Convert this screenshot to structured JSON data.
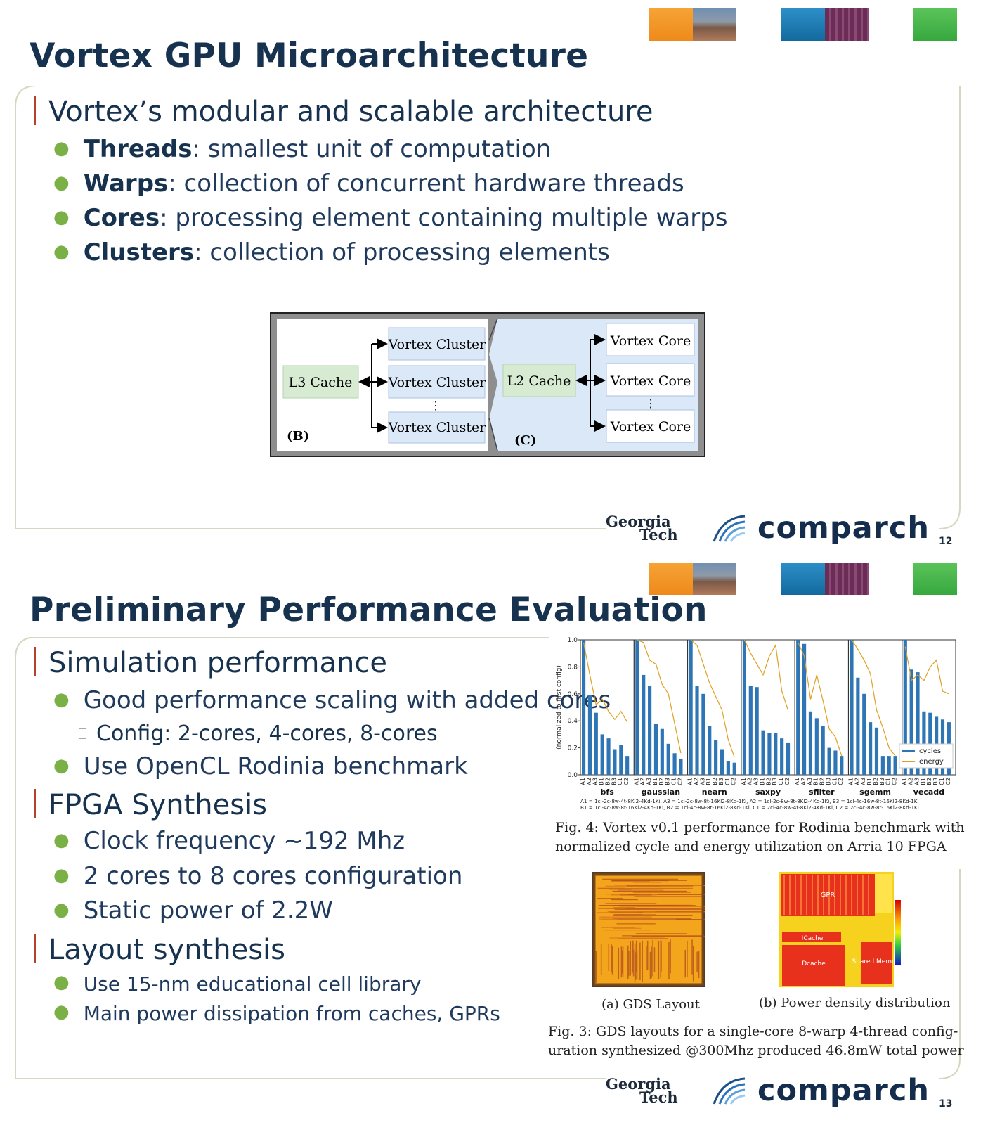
{
  "slide1": {
    "title": "Vortex GPU Microarchitecture",
    "heading": "Vortex’s modular and scalable architecture",
    "bullets": [
      {
        "term": "Threads",
        "text": ": smallest unit of computation"
      },
      {
        "term": "Warps",
        "text": ": collection of concurrent hardware threads"
      },
      {
        "term": "Cores",
        "text": ": processing element containing multiple warps"
      },
      {
        "term": "Clusters",
        "text": ": collection of processing elements"
      }
    ],
    "diagram": {
      "l3": "L3 Cache",
      "clusters": [
        "Vortex Cluster",
        "Vortex Cluster",
        "Vortex Cluster"
      ],
      "label_b": "(B)",
      "l2": "L2 Cache",
      "cores": [
        "Vortex Core",
        "Vortex Core",
        "Vortex Core"
      ],
      "label_c": "(C)",
      "ellipsis": "⋮"
    },
    "page": "12"
  },
  "slide2": {
    "title": "Preliminary Performance Evaluation",
    "sections": [
      {
        "heading": "Simulation performance"
      },
      {
        "heading": "FPGA Synthesis"
      },
      {
        "heading": "Layout synthesis"
      }
    ],
    "items": {
      "sim_b1": "Good performance scaling with added cores",
      "sim_sub": "Config: 2-cores, 4-cores, 8-cores",
      "sim_b2": "Use OpenCL Rodinia benchmark",
      "fpga_b1": "Clock frequency ~192 Mhz",
      "fpga_b2": "2 cores to 8 cores configuration",
      "fpga_b3": "Static power of 2.2W",
      "lay_b1": "Use 15-nm educational cell library",
      "lay_b2": "Main power dissipation from caches, GPRs"
    },
    "fig4_caption_l1": "Fig. 4: Vortex v0.1 performance for Rodinia benchmark with",
    "fig4_caption_l2": "normalized cycle and energy utilization on Arria 10 FPGA",
    "fig3a": "(a) GDS Layout",
    "fig3b": "(b) Power density distribution",
    "fig3_caption_l1": "Fig. 3: GDS layouts for a single-core 8-warp 4-thread config-",
    "fig3_caption_l2": "uration synthesized @300Mhz produced 46.8mW total power",
    "pwr_labels": {
      "gpr": "GPR",
      "icache": "ICache",
      "dcache": "Dcache",
      "shared": "Shared\nMemory"
    },
    "page": "13"
  },
  "footer": {
    "georgia": "Georgia",
    "tech": "Tech",
    "comparch": "comparch"
  },
  "colors": {
    "title": "#16324f",
    "accent_bar": "#b5412e",
    "bullet_dot": "#7ab046",
    "bar_series": "#2e75b6",
    "line_series": "#e0a020"
  },
  "chart_data": {
    "type": "bar",
    "ylabel": "(normalized to first config)",
    "ylim": [
      0,
      1.0
    ],
    "yticks": [
      "0.0",
      "0.2",
      "0.4",
      "0.6",
      "0.8",
      "1.0"
    ],
    "config_labels": [
      "A1",
      "A2",
      "A3",
      "B1",
      "B2",
      "B3",
      "C1",
      "C2"
    ],
    "legend_placement": "lower-right",
    "groups": [
      {
        "name": "bfs",
        "cycles": [
          1.0,
          0.59,
          0.46,
          0.3,
          0.27,
          0.19,
          0.22,
          0.14
        ],
        "energy": [
          0.98,
          0.74,
          0.52,
          0.56,
          0.47,
          0.41,
          0.47,
          0.39
        ]
      },
      {
        "name": "gaussian",
        "cycles": [
          1.0,
          0.74,
          0.66,
          0.38,
          0.34,
          0.23,
          0.16,
          0.12
        ],
        "energy": [
          1.0,
          0.98,
          0.85,
          0.82,
          0.67,
          0.6,
          0.38,
          0.16
        ]
      },
      {
        "name": "nearn",
        "cycles": [
          1.0,
          0.66,
          0.6,
          0.36,
          0.26,
          0.19,
          0.1,
          0.09
        ],
        "energy": [
          1.0,
          0.96,
          0.82,
          0.68,
          0.58,
          0.48,
          0.26,
          0.13
        ]
      },
      {
        "name": "saxpy",
        "cycles": [
          1.0,
          0.66,
          0.65,
          0.33,
          0.31,
          0.31,
          0.27,
          0.24
        ],
        "energy": [
          1.0,
          0.9,
          0.82,
          0.74,
          0.88,
          0.96,
          0.62,
          0.48
        ]
      },
      {
        "name": "sfilter",
        "cycles": [
          1.0,
          0.97,
          0.47,
          0.42,
          0.36,
          0.2,
          0.18,
          0.14
        ],
        "energy": [
          0.98,
          0.88,
          0.56,
          0.74,
          0.55,
          0.34,
          0.28,
          0.14
        ]
      },
      {
        "name": "sgemm",
        "cycles": [
          1.0,
          0.72,
          0.6,
          0.39,
          0.35,
          0.14,
          0.14,
          0.14
        ],
        "energy": [
          1.0,
          0.93,
          0.85,
          0.75,
          0.48,
          0.35,
          0.2,
          0.14
        ]
      },
      {
        "name": "vecadd",
        "cycles": [
          1.0,
          0.78,
          0.76,
          0.47,
          0.46,
          0.43,
          0.41,
          0.39
        ],
        "energy": [
          0.95,
          0.7,
          0.74,
          0.7,
          0.8,
          0.85,
          0.62,
          0.6
        ]
      }
    ],
    "series": [
      {
        "name": "cycles"
      },
      {
        "name": "energy"
      }
    ],
    "footnote_l1": "A1 = 1cl-2c-8w-4t-8Kl2-4Kd-1Ki, A3 = 1cl-2c-8w-8t-16Kl2-8Kd-1Ki, A2 = 1cl-2c-8w-8t-8Kl2-4Kd-1Ki, B3 = 1cl-4c-16w-8t-16Kl2-8Kd-1Ki",
    "footnote_l2": "B1 = 1cl-4c-8w-8t-16Kl2-4Kd-1Ki, B2 = 1cl-4c-8w-8t-16Kl2-8Kd-1Ki, C1 = 2cl-4c-8w-4t-8Kl2-4Kd-1Ki, C2 = 2cl-4c-8w-8t-16Kl2-8Kd-1Ki"
  }
}
